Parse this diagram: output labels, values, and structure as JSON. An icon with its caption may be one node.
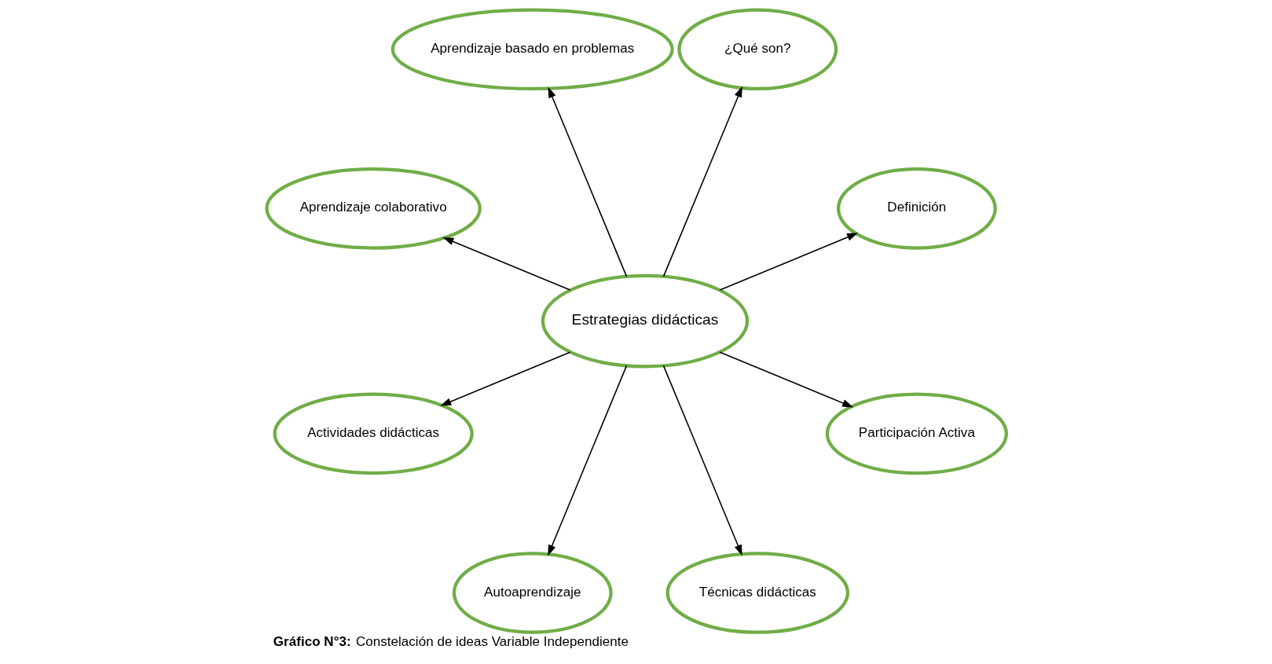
{
  "diagram": {
    "caption": "**Gráfico N°3:** Constelación de ideas Variable Independiente",
    "nodes": [
      {
        "text": [
          "Estrategias didácticas"
        ]
      },
      {
        "text": [
          "Definición"
        ]
      },
      {
        "text": [
          "¿Qué son?"
        ]
      },
      {
        "text": [
          "Aprendizaje basado en problemas"
        ]
      },
      {
        "text": [
          "Aprendizaje colaborativo"
        ]
      },
      {
        "text": [
          "Actividades didácticas"
        ]
      },
      {
        "text": [
          "Autoaprendizaje"
        ]
      },
      {
        "text": [
          "Técnicas didácticas"
        ]
      },
      {
        "text": [
          "Participación Activa"
        ]
      }
    ],
    "edges": [
      {
        "from": 0,
        "to": 1,
        "arrow": "to"
      },
      {
        "from": 0,
        "to": 2,
        "arrow": "to"
      },
      {
        "from": 0,
        "to": 3,
        "arrow": "to"
      },
      {
        "from": 0,
        "to": 4,
        "arrow": "to"
      },
      {
        "from": 0,
        "to": 5,
        "arrow": "to"
      },
      {
        "from": 0,
        "to": 6,
        "arrow": "to"
      },
      {
        "from": 0,
        "to": 7,
        "arrow": "to"
      },
      {
        "from": 0,
        "to": 8,
        "arrow": "to"
      }
    ]
  }
}
